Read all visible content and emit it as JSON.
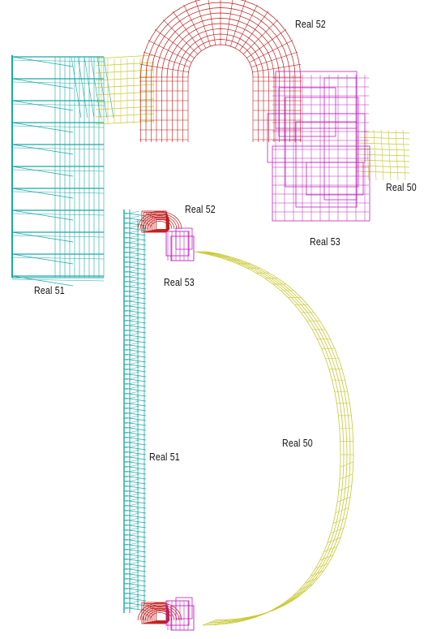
{
  "figure": {
    "top_view": {
      "labels": {
        "real_52": "Real 52",
        "real_53": "Real 53",
        "real_50": "Real 50",
        "real_51": "Real 51"
      }
    },
    "side_view": {
      "labels": {
        "real_52": "Real 52",
        "real_53": "Real 53",
        "real_50": "Real 50",
        "real_51": "Real 51"
      }
    }
  },
  "colors": {
    "real_50": "#c8c832",
    "real_51": "#1aa8a8",
    "real_52": "#c01818",
    "real_53": "#c020c0"
  }
}
